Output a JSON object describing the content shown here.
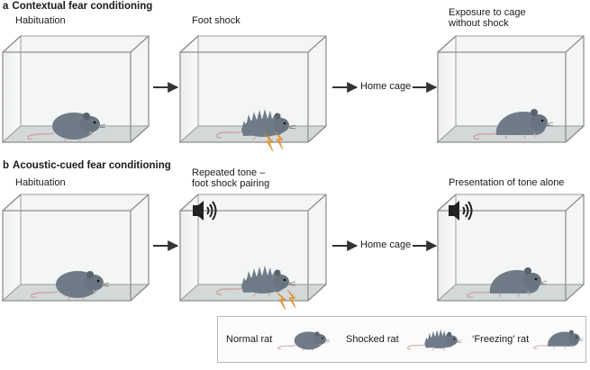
{
  "section_a": {
    "letter": "a",
    "title": "Contextual fear conditioning"
  },
  "section_b": {
    "letter": "b",
    "title": "Acoustic-cued fear conditioning"
  },
  "row_a": {
    "stage1": "Habituation",
    "stage2": "Foot shock",
    "between": "Home cage",
    "stage3_line1": "Exposure to cage",
    "stage3_line2": "without shock"
  },
  "row_b": {
    "stage1": "Habituation",
    "stage2_line1": "Repeated tone –",
    "stage2_line2": "foot shock pairing",
    "between": "Home cage",
    "stage3": "Presentation of tone alone"
  },
  "legend": {
    "normal": "Normal rat",
    "shocked": "Shocked rat",
    "freezing": "‘Freezing’ rat"
  },
  "colors": {
    "rat_body": "#6f7c88",
    "rat_dark": "#4a5560",
    "tail": "#cfa9a9",
    "spark": "#f2a23a",
    "cage_edge": "#8a8a8a",
    "cage_floor": "#d5d9d9"
  }
}
